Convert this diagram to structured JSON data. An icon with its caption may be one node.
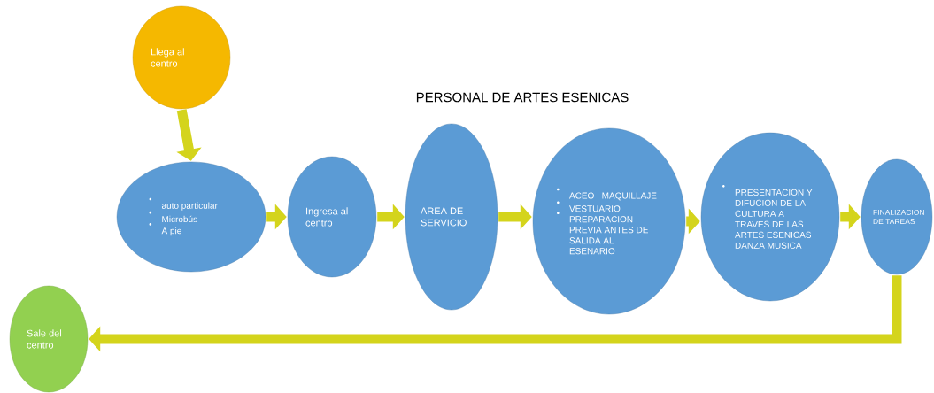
{
  "diagram": {
    "title": "PERSONAL DE ARTES ESENICAS",
    "nodes": [
      {
        "text": [
          "Llega al centro"
        ]
      },
      {
        "text": [
          "auto particular",
          "Microbús",
          "A pie"
        ]
      },
      {
        "text": [
          "Ingresa al centro"
        ]
      },
      {
        "text": [
          "AREA DE SERVICIO"
        ]
      },
      {
        "text": [
          "ACEO , MAQUILLAJE",
          "VESTUARIO",
          "PREPARACION PREVIA ANTES DE SALIDA AL ESENARIO"
        ]
      },
      {
        "text": [
          "PRESENTACION Y DIFUCION DE LA CULTURA A TRAVES DE LAS ARTES ESENICAS DANZA MUSICA"
        ]
      },
      {
        "text": [
          "FINALIZACION DE TAREAS"
        ]
      },
      {
        "text": [
          "Sale del centro"
        ]
      }
    ],
    "edges": [
      {
        "from": 0,
        "to": 1,
        "arrow": "to"
      },
      {
        "from": 1,
        "to": 2,
        "arrow": "to"
      },
      {
        "from": 2,
        "to": 3,
        "arrow": "to"
      },
      {
        "from": 3,
        "to": 4,
        "arrow": "to"
      },
      {
        "from": 4,
        "to": 5,
        "arrow": "to"
      },
      {
        "from": 5,
        "to": 6,
        "arrow": "to"
      },
      {
        "from": 6,
        "to": 7,
        "arrow": "to"
      }
    ]
  }
}
